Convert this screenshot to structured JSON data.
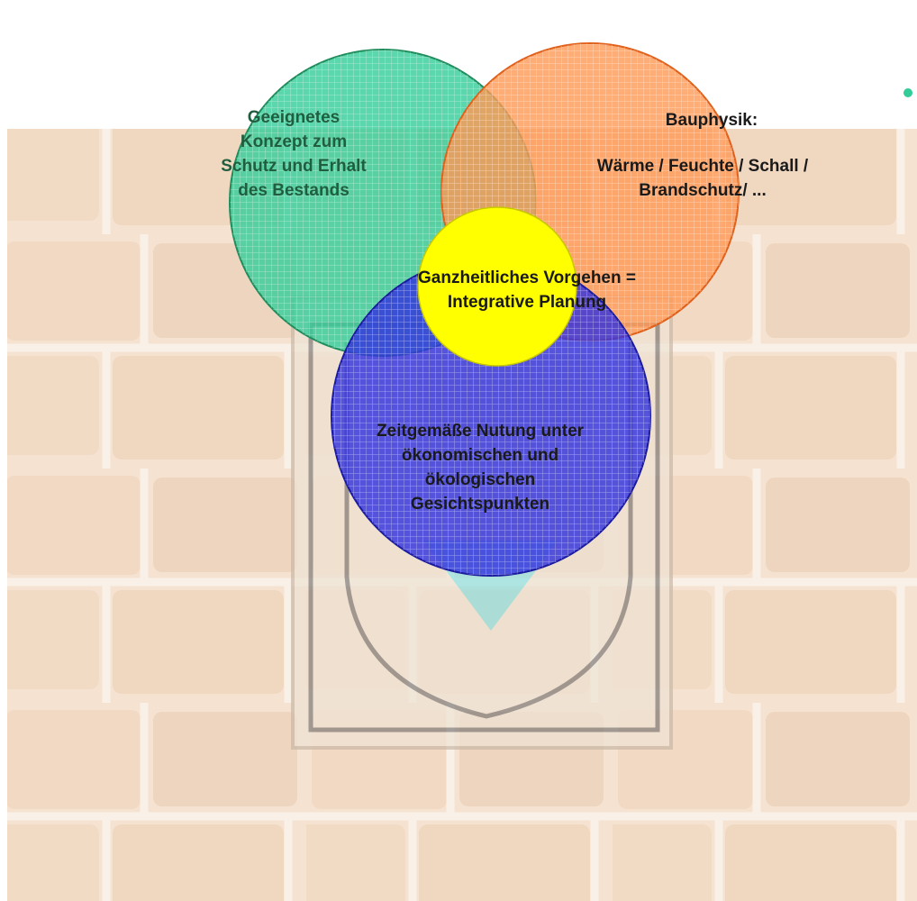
{
  "diagram": {
    "circles": [
      {
        "id": "green",
        "color": "#33cc99",
        "stroke": "#1f8c5c",
        "lines": [
          "Geeignetes",
          "Konzept zum",
          "Schutz und Erhalt",
          "des Bestands"
        ]
      },
      {
        "id": "orange",
        "color": "#ff9955",
        "stroke": "#e0601a",
        "title": "Bauphysik:",
        "lines": [
          "Wärme / Feuchte / Schall /",
          "Brandschutz/ ..."
        ]
      },
      {
        "id": "blue",
        "color": "#3333dd",
        "stroke": "#1a1aa0",
        "lines": [
          "Zeitgemäße Nutung unter",
          "ökonomischen und",
          "ökologischen",
          "Gesichtspunkten"
        ]
      },
      {
        "id": "center",
        "color": "#ffff00",
        "stroke": "#c8c800",
        "lines": [
          "Ganzheitliches Vorgehen =",
          "Integrative Planung"
        ]
      }
    ],
    "bullet_color": "#33cc99"
  },
  "text": {
    "green": "Geeignetes\nKonzept zum\nSchutz und Erhalt\ndes Bestands",
    "orange_title": "Bauphysik:",
    "orange_body": "Wärme / Feuchte / Schall /\nBrandschutz/ ...",
    "center": "Ganzheitliches Vorgehen =\nIntegrative Planung",
    "blue": "Zeitgemäße Nutung unter\nökonomischen und\nökologischen\nGesichtspunkten"
  }
}
